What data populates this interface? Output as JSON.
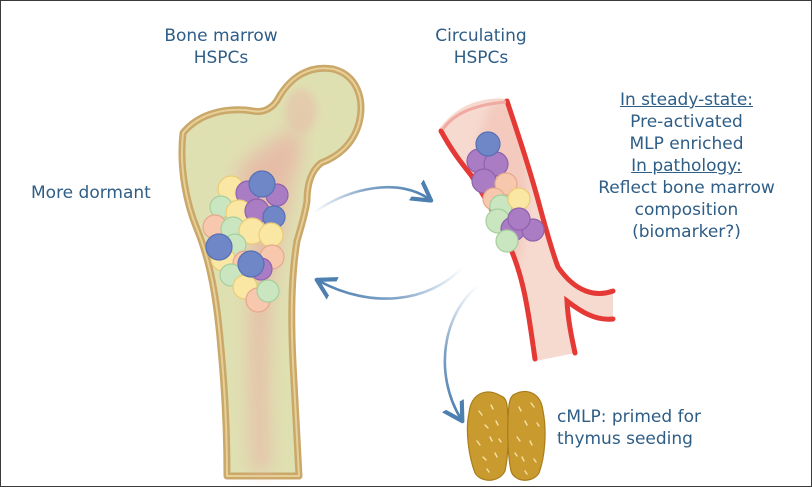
{
  "labels": {
    "bone_marrow": [
      "Bone marrow",
      "HSPCs"
    ],
    "circulating": [
      "Circulating",
      "HSPCs"
    ],
    "more_dormant": "More dormant",
    "steady_state_heading": "In steady-state:",
    "steady_state_lines": [
      "Pre-activated",
      "MLP enriched"
    ],
    "pathology_heading": "In pathology:",
    "pathology_lines": [
      "Reflect bone marrow",
      "composition",
      "(biomarker?)"
    ],
    "cmlp": [
      "cMLP: primed for",
      "thymus seeding"
    ]
  },
  "colors": {
    "text": "#2e5d86",
    "arrow": "#4d7fb0",
    "bone_outline": "#c9a86a",
    "bone_fill": "#dfe0b2",
    "marrow_red": "#e7b7a6",
    "vessel_red": "#e53935",
    "thymus": "#c99a2e",
    "cell_yellow": "#fbe7a4",
    "cell_green": "#c9e6c1",
    "cell_purple": "#a97cc4",
    "cell_blue": "#6f86c7",
    "cell_peach": "#f7c7ae"
  },
  "icons": [
    "bone-illustration",
    "blood-vessel-illustration",
    "thymus-icon",
    "arrow-icon"
  ]
}
